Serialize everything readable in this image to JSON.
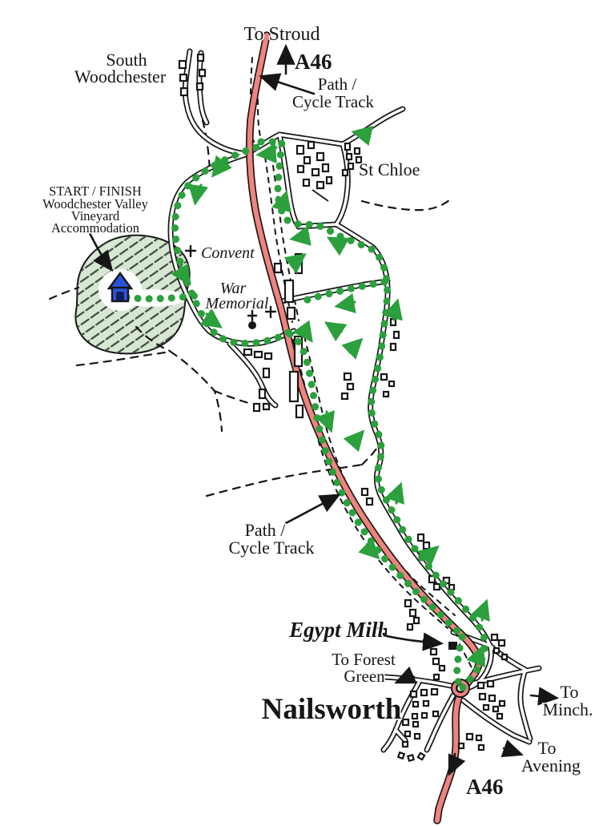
{
  "labels": {
    "to_stroud": "To Stroud",
    "a46_top": "A46",
    "path_cycle_top": [
      "Path /",
      "Cycle Track"
    ],
    "south_woodchester": [
      "South",
      "Woodchester"
    ],
    "st_chloe": "St Chloe",
    "start_finish": [
      "START / FINISH",
      "Woodchester Valley",
      "Vineyard",
      "Accommodation"
    ],
    "convent": "Convent",
    "war_memorial": [
      "War",
      "Memorial"
    ],
    "path_cycle_mid": [
      "Path /",
      "Cycle Track"
    ],
    "egypt_mill": "Egypt Mill",
    "to_forest_green": [
      "To Forest",
      "Green"
    ],
    "nailsworth": "Nailsworth",
    "to_minch": [
      "To",
      "Minch."
    ],
    "to_avening": [
      "To",
      "Avening"
    ],
    "a46_bottom": "A46"
  },
  "colors": {
    "ink": "#161616",
    "road_red": "#EF837E",
    "route_green": "#2BA03C",
    "vineyard_fill": "#D7E7D3",
    "hatch_stroke": "#3F4A3F",
    "house_blue": "#2B52D8",
    "house_door_blue": "#0C1E66"
  }
}
